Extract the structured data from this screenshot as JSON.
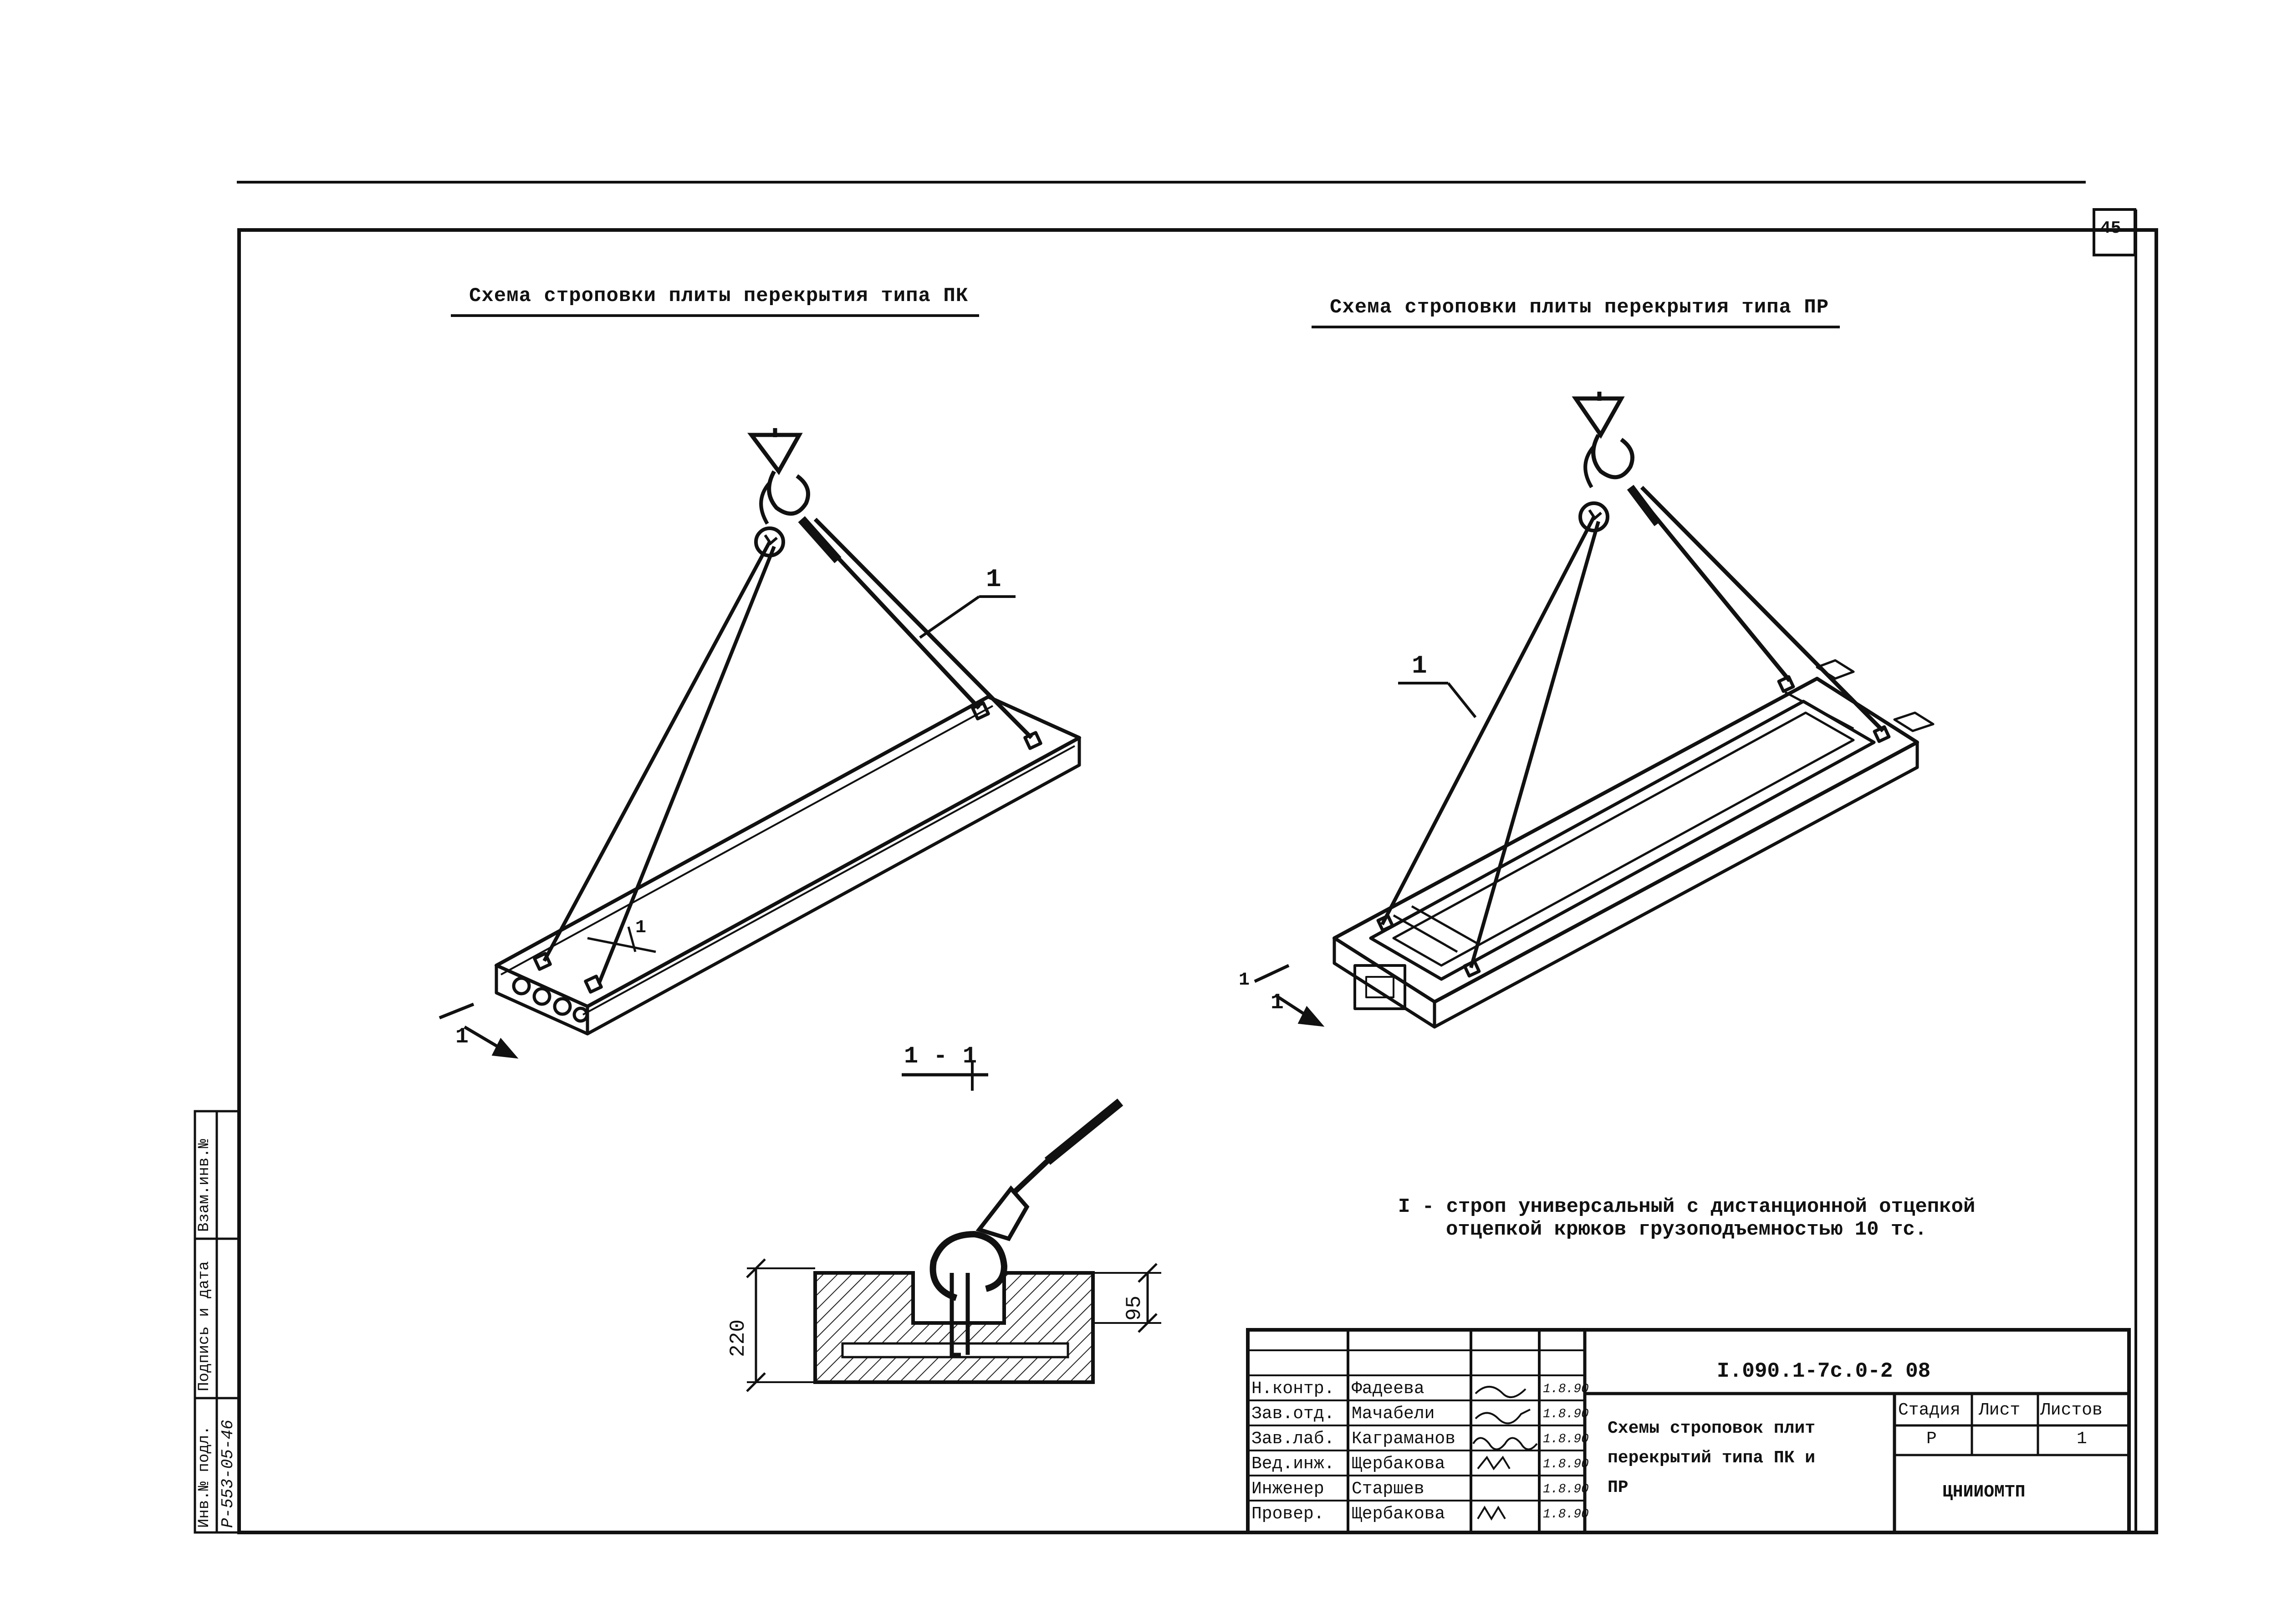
{
  "page_number": "45",
  "left_title": "Схема строповки плиты перекрытия типа ПК",
  "right_title": "Схема строповки плиты перекрытия типа ПР",
  "left_callout": "1",
  "right_callout": "1",
  "section_marks": {
    "a": "1",
    "b": "1",
    "c": "1",
    "d": "1"
  },
  "section_label": "1 - 1",
  "section_dims": {
    "height_total": "220",
    "height_recess": "95"
  },
  "legend_line1": "I - строп универсальный с дистанционной отцепкой",
  "legend_line2": "отцепкой крюков грузоподъемностью 10 тс.",
  "side_stamp": {
    "inv": "Инв.№ подл.",
    "inv_value": "Р-553-05-46",
    "sign": "Подпись и дата",
    "replace": "Взам.инв.№"
  },
  "title_block": {
    "doc_code": "I.090.1-7с.0-2 08",
    "drawing_title_1": "Схемы строповок плит",
    "drawing_title_2": "перекрытий типа ПК и",
    "drawing_title_3": "ПР",
    "stage_header": "Стадия",
    "sheet_header": "Лист",
    "sheets_header": "Листов",
    "stage_value": "Р",
    "sheets_value": "1",
    "organization": "ЦНИИОМТП",
    "rows": [
      {
        "role": "Н.контр.",
        "name": "Фадеева",
        "date": "1.8.90"
      },
      {
        "role": "Зав.отд.",
        "name": "Мачабели",
        "date": "1.8.90"
      },
      {
        "role": "Зав.лаб.",
        "name": "Каграманов",
        "date": "1.8.90"
      },
      {
        "role": "Вед.инж.",
        "name": "Щербакова",
        "date": "1.8.90"
      },
      {
        "role": "Инженер",
        "name": "Старшев",
        "date": "1.8.90"
      },
      {
        "role": "Провер.",
        "name": "Щербакова",
        "date": "1.8.90"
      }
    ]
  }
}
